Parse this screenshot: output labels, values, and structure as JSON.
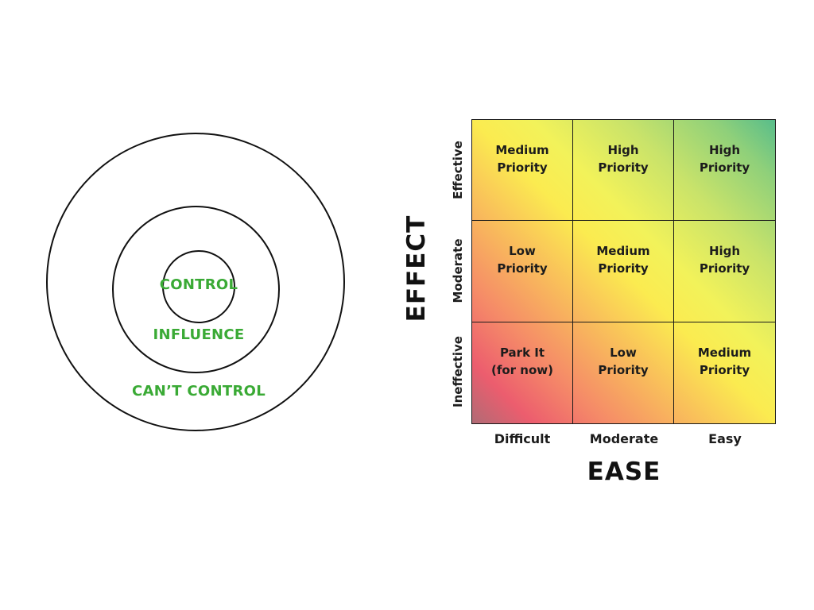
{
  "circles": {
    "inner_label": "CONTROL",
    "middle_label": "INFLUENCE",
    "outer_label": "CAN’T CONTROL",
    "label_color": "#3aaa35"
  },
  "matrix": {
    "y_axis_title": "EFFECT",
    "x_axis_title": "EASE",
    "row_labels": [
      "Effective",
      "Moderate",
      "Ineffective"
    ],
    "col_labels": [
      "Difficult",
      "Moderate",
      "Easy"
    ],
    "cells": [
      [
        "Medium",
        "Priority"
      ],
      [
        "High",
        "Priority"
      ],
      [
        "High",
        "Priority"
      ],
      [
        "Low",
        "Priority"
      ],
      [
        "Medium",
        "Priority"
      ],
      [
        "High",
        "Priority"
      ],
      [
        "Park It",
        "(for now)"
      ],
      [
        "Low",
        "Priority"
      ],
      [
        "Medium",
        "Priority"
      ]
    ],
    "gradient_colors": {
      "low": "#ec5d6e",
      "mid": "#fbeb50",
      "high": "#58bd8b"
    }
  }
}
